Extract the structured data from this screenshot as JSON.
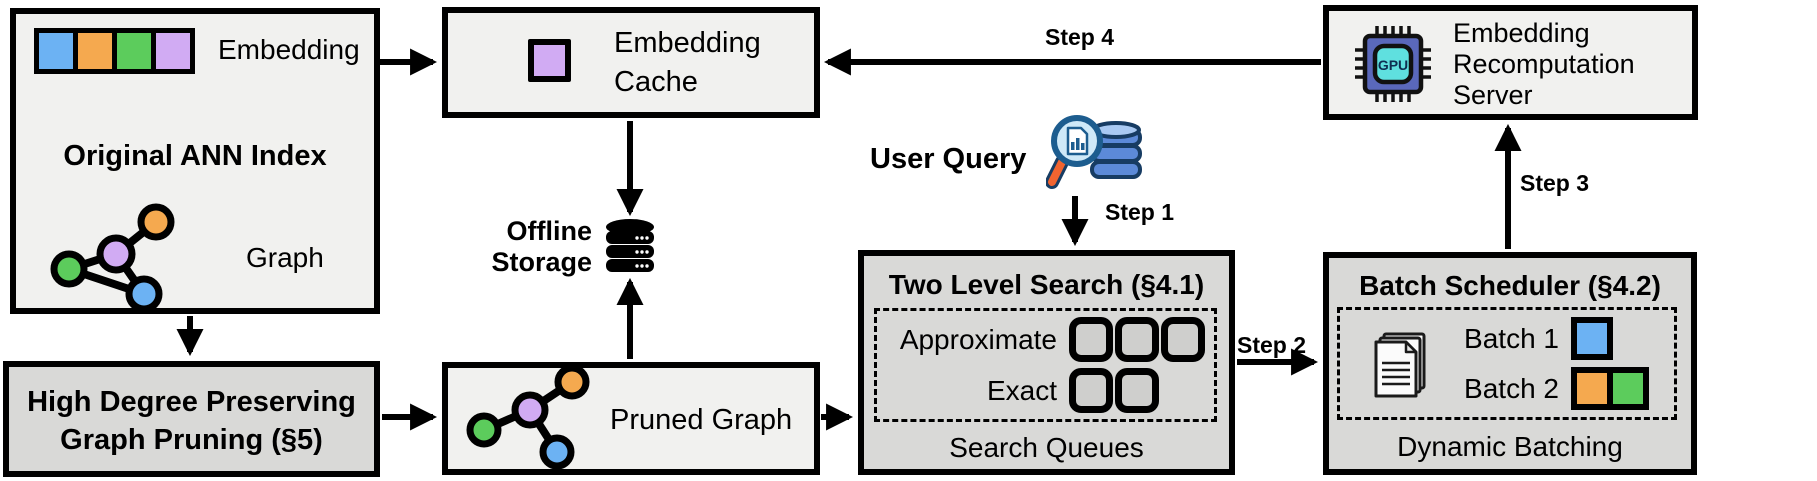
{
  "colors": {
    "blue": "#6cb2f3",
    "orange": "#f5a94f",
    "green": "#5ccc5c",
    "purple": "#d1abf3",
    "box_light": "#f1f1ef",
    "box_dark": "#d9d9d7",
    "queue_fill": "#cfcfcd",
    "gpu_chip": "#5a68bb",
    "gpu_core": "#5fe0df",
    "query_db": "#5c8ad8",
    "query_handle": "#f16430"
  },
  "boxes": {
    "original_index": {
      "title": "Original ANN Index",
      "embedding_label": "Embedding",
      "graph_label": "Graph"
    },
    "pruning": {
      "line1": "High Degree Preserving",
      "line2": "Graph Pruning (§5)"
    },
    "embedding_cache": {
      "label": "Embedding Cache"
    },
    "offline_storage": {
      "label": "Offline Storage"
    },
    "pruned_graph": {
      "label": "Pruned Graph"
    },
    "user_query": {
      "label": "User Query"
    },
    "two_level_search": {
      "title": "Two Level Search (§4.1)",
      "rows": [
        {
          "label": "Approximate",
          "slots": 3
        },
        {
          "label": "Exact",
          "slots": 2
        }
      ],
      "caption": "Search Queues"
    },
    "batch_scheduler": {
      "title": "Batch Scheduler (§4.2)",
      "batches": [
        {
          "label": "Batch 1",
          "slot_colors": [
            "blue"
          ]
        },
        {
          "label": "Batch 2",
          "slot_colors": [
            "orange",
            "green"
          ]
        }
      ],
      "caption": "Dynamic Batching"
    },
    "recomputation_server": {
      "label": "Embedding Recomputation Server"
    }
  },
  "steps": {
    "step1": "Step 1",
    "step2": "Step 2",
    "step3": "Step 3",
    "step4": "Step 4"
  },
  "icons": {
    "gpu_label": "GPU"
  }
}
